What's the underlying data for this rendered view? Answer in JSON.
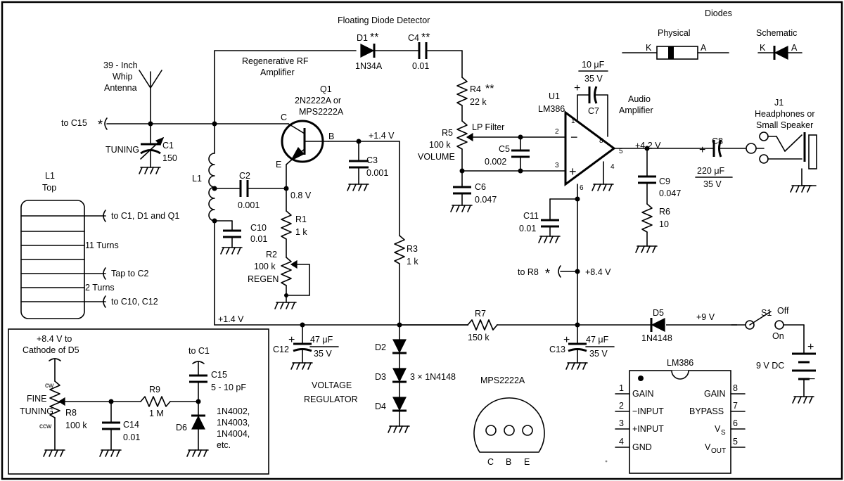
{
  "diagram": {
    "title_detector": "Floating Diode Detector",
    "title_rf": "Regenerative RF",
    "title_rf2": "Amplifier",
    "title_audio": "Audio",
    "title_audio2": "Amplifier",
    "voltage_regulator": "VOLTAGE",
    "voltage_regulator2": "REGULATOR",
    "diodes_legend": {
      "title": "Diodes",
      "physical": "Physical",
      "schematic": "Schematic",
      "k": "K",
      "a": "A"
    },
    "antenna": {
      "l1": "39 - Inch",
      "l2": "Whip",
      "l3": "Antenna"
    },
    "to_c15": "to C15",
    "to_r8": "to R8",
    "star": "*",
    "star2": "**",
    "tuning": "TUNING",
    "components": {
      "c1": "C1",
      "c1v": "150",
      "l1": "L1",
      "c2": "C2",
      "c2v": "0.001",
      "c10": "C10",
      "c10v": "0.01",
      "q1": "Q1",
      "q1t1": "2N2222A or",
      "q1t2": "MPS2222A",
      "pin_c": "C",
      "pin_b": "B",
      "pin_e": "E",
      "r1": "R1",
      "r1v": "1 k",
      "r2": "R2",
      "r2v": "100 k",
      "r2f": "REGEN",
      "c3": "C3",
      "c3v": "0.001",
      "r3": "R3",
      "r3v": "1 k",
      "d1": "D1",
      "d1v": "1N34A",
      "c4": "C4",
      "c4v": "0.01",
      "r4": "R4",
      "r4v": "22 k",
      "r5": "R5",
      "r5v": "100 k",
      "r5f": "VOLUME",
      "lp": "LP Filter",
      "c5": "C5",
      "c5v": "0.002",
      "c6": "C6",
      "c6v": "0.047",
      "u1": "U1",
      "u1t": "LM386",
      "c7": "C7",
      "c7v": "10 μF",
      "c7v2": "35 V",
      "c11": "C11",
      "c11v": "0.01",
      "c8": "C8",
      "c8v": "220 μF",
      "c8v2": "35 V",
      "c9": "C9",
      "c9v": "0.047",
      "r6": "R6",
      "r6v": "10",
      "j1": "J1",
      "j1t1": "Headphones or",
      "j1t2": "Small Speaker",
      "r7": "R7",
      "r7v": "150 k",
      "d5": "D5",
      "d5v": "1N4148",
      "s1": "S1",
      "off": "Off",
      "on": "On",
      "batt": "9 V DC",
      "c12": "C12",
      "c12v": "47 μF",
      "c12v2": "35 V",
      "c13": "C13",
      "c13v": "47 μF",
      "c13v2": "35 V",
      "d2": "D2",
      "d3": "D3",
      "d4": "D4",
      "d3v": "3 × 1N4148"
    },
    "pins": {
      "p1": "1",
      "p2": "2",
      "p3": "3",
      "p4": "4",
      "p5": "5",
      "p6": "6",
      "p8": "8"
    },
    "voltages": {
      "v08": "0.8 V",
      "v14a": "+1.4 V",
      "v14b": "+1.4 V",
      "v42": "+4.2 V",
      "v84": "+8.4 V",
      "v9": "+9 V"
    },
    "coil": {
      "title1": "L1",
      "title2": "Top",
      "tc1": "to C1, D1 and Q1",
      "turns11": "11 Turns",
      "tap": "Tap to C2",
      "turns2": "2 Turns",
      "tc10": "to C10, C12"
    },
    "fine": {
      "to_cathode1": "+8.4 V to",
      "to_cathode2": "Cathode of D5",
      "cw": "cw",
      "ccw": "ccw",
      "fine1": "FINE",
      "fine2": "TUNING",
      "r8": "R8",
      "r8v": "100 k",
      "c14": "C14",
      "c14v": "0.01",
      "r9": "R9",
      "r9v": "1 M",
      "toc1": "to C1",
      "c15": "C15",
      "c15v": "5 - 10 pF",
      "d6": "D6",
      "d6v1": "1N4002,",
      "d6v2": "1N4003,",
      "d6v3": "1N4004,",
      "d6v4": "etc."
    },
    "mps": {
      "title": "MPS2222A",
      "c": "C",
      "b": "B",
      "e": "E"
    },
    "lm386": {
      "title": "LM386",
      "n1": "1",
      "n2": "2",
      "n3": "3",
      "n4": "4",
      "n5": "5",
      "n6": "6",
      "n7": "7",
      "n8": "8",
      "gain": "GAIN",
      "minus_input": "−INPUT",
      "plus_input": "+INPUT",
      "gnd": "GND",
      "gain8": "GAIN",
      "bypass": "BYPASS",
      "vs": "V",
      "vs_sub": "S",
      "vout": "V",
      "vout_sub": "OUT"
    }
  }
}
